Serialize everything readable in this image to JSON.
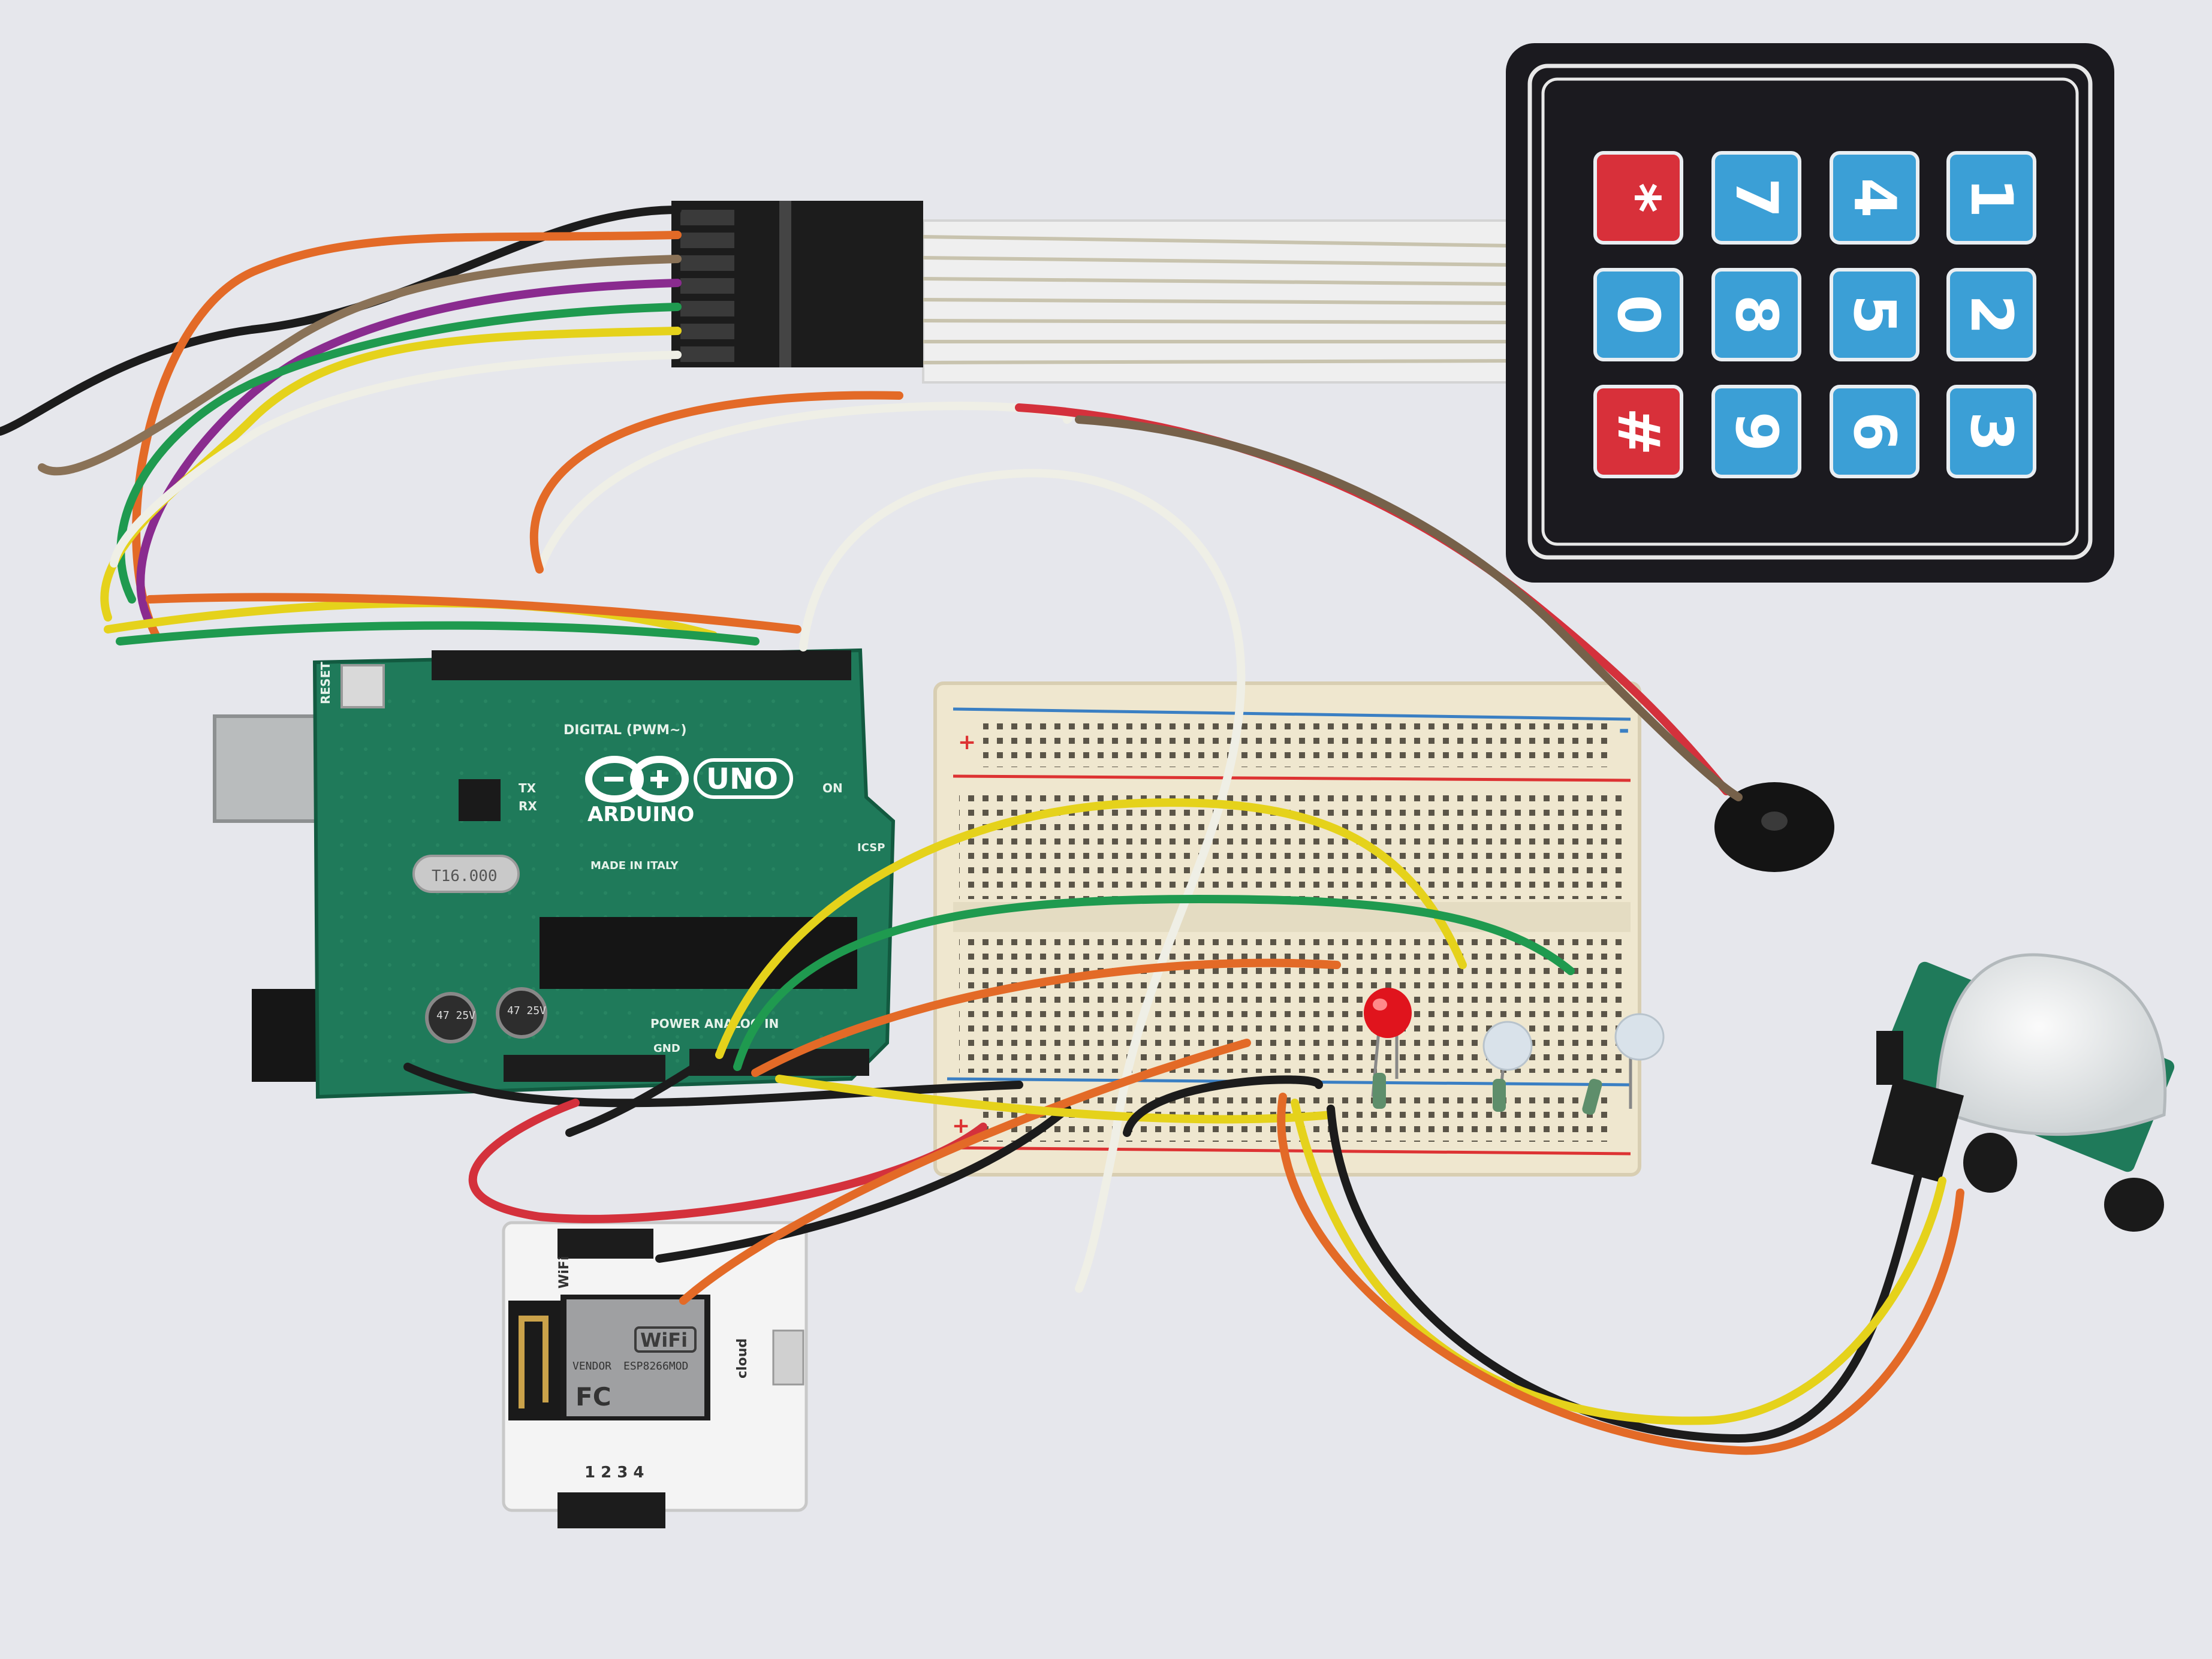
{
  "keypad": {
    "keys": [
      {
        "label": "*",
        "color": "#d8303a"
      },
      {
        "label": "7",
        "color": "#3b9fd6"
      },
      {
        "label": "4",
        "color": "#3b9fd6"
      },
      {
        "label": "1",
        "color": "#3b9fd6"
      },
      {
        "label": "0",
        "color": "#3b9fd6"
      },
      {
        "label": "8",
        "color": "#3b9fd6"
      },
      {
        "label": "5",
        "color": "#3b9fd6"
      },
      {
        "label": "2",
        "color": "#3b9fd6"
      },
      {
        "label": "#",
        "color": "#d8303a"
      },
      {
        "label": "9",
        "color": "#3b9fd6"
      },
      {
        "label": "6",
        "color": "#3b9fd6"
      },
      {
        "label": "3",
        "color": "#3b9fd6"
      }
    ]
  },
  "arduino": {
    "brand": "ARDUINO",
    "model": "UNO",
    "digital": "DIGITAL (PWM~)",
    "power": "POWER",
    "analog": "ANALOG IN",
    "made_in": "MADE IN ITALY",
    "on": "ON",
    "tx": "TX",
    "rx": "RX",
    "reset": "RESET",
    "icsp": "ICSP",
    "gnd": "GND",
    "crystal": "T16.000",
    "cap1": "47 25V",
    "cap2": "47 25V"
  },
  "esp": {
    "wifi": "WiFi",
    "wifi_side": "WiFi",
    "model": "ESP8266MOD",
    "vendor": "VENDOR",
    "fcc": "FC",
    "cloud": "cloud",
    "pins": "1 2 3 4"
  },
  "breadboard": {
    "plus": "+",
    "minus": "-"
  },
  "colors": {
    "background": "#e6e7ec",
    "pcb_green": "#1f7a5a",
    "keypad_black": "#1b1a1f",
    "key_blue": "#3b9fd6",
    "key_red": "#d8303a",
    "breadboard": "#efe7cf"
  }
}
